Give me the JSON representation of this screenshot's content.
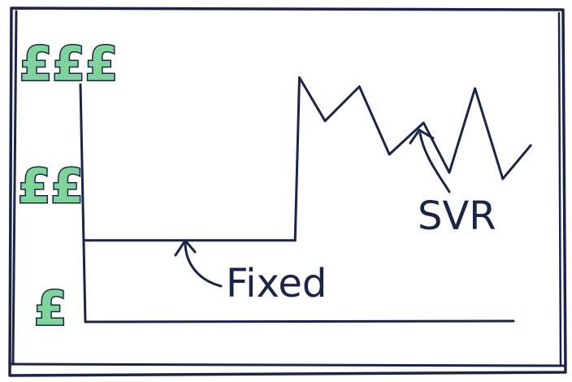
{
  "colors": {
    "ink": "#1c2447",
    "pound_fill": "#7ed49a",
    "background": "#ffffff"
  },
  "y_axis": {
    "tick_labels": [
      "£",
      "££",
      "£££"
    ]
  },
  "annotations": {
    "fixed": "Fixed",
    "svr": "SVR"
  },
  "chart_data": {
    "type": "line",
    "title": "",
    "xlabel": "",
    "ylabel": "",
    "ylim": [
      0,
      3
    ],
    "xlim": [
      0,
      10
    ],
    "y_tick_labels": [
      {
        "value": 0.15,
        "label": "£"
      },
      {
        "value": 1.5,
        "label": "££"
      },
      {
        "value": 2.85,
        "label": "£££"
      }
    ],
    "series": [
      {
        "name": "Fixed",
        "x": [
          0,
          4.9
        ],
        "y": [
          0.9,
          0.9
        ]
      },
      {
        "name": "SVR",
        "x": [
          4.9,
          5.0,
          5.6,
          6.4,
          7.1,
          7.9,
          8.5,
          9.1,
          9.75,
          10.4
        ],
        "y": [
          0.9,
          2.7,
          2.22,
          2.6,
          1.85,
          2.2,
          1.65,
          2.58,
          1.58,
          1.95
        ]
      }
    ]
  }
}
